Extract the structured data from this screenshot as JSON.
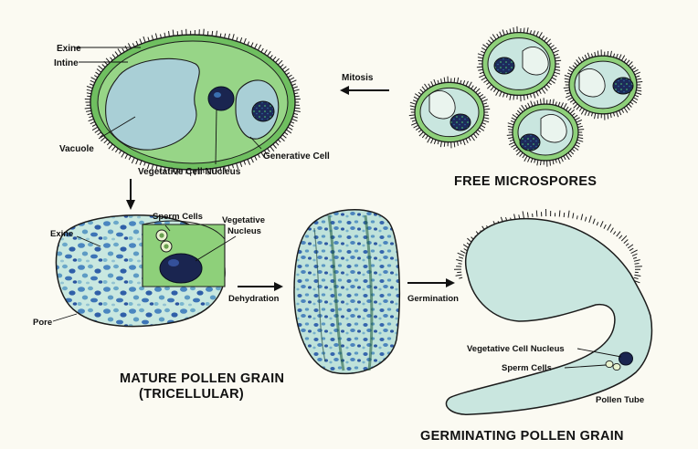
{
  "labels": {
    "exine_top": "Exine",
    "intine": "Intine",
    "mitosis": "Mitosis",
    "vacuole": "Vacuole",
    "generative_cell": "Generative Cell",
    "vegetative_cell_nucleus_top": "Vegetative Cell Nucleus",
    "free_microspores": "FREE MICROSPORES",
    "sperm_cells_mid": "Sperm Cells",
    "vegetative_nucleus_line1": "Vegetative",
    "vegetative_nucleus_line2": "Nucleus",
    "exine_mid": "Exine",
    "pore": "Pore",
    "dehydration": "Dehydration",
    "germination": "Germination",
    "mature_title_line1": "MATURE POLLEN GRAIN",
    "mature_title_line2": "(TRICELLULAR)",
    "vegetative_cell_nucleus_bottom": "Vegetative Cell Nucleus",
    "sperm_cells_bottom": "Sperm Cells",
    "pollen_tube": "Pollen Tube",
    "germinating_title": "GERMINATING POLLEN GRAIN"
  },
  "colors": {
    "background": "#fbfaf2",
    "cell_green": "#8ed07a",
    "vacuole_blue": "#a9cfd6",
    "nucleus_navy": "#1a2550",
    "outline": "#1b1b1b",
    "pale_teal": "#c9e6df"
  }
}
